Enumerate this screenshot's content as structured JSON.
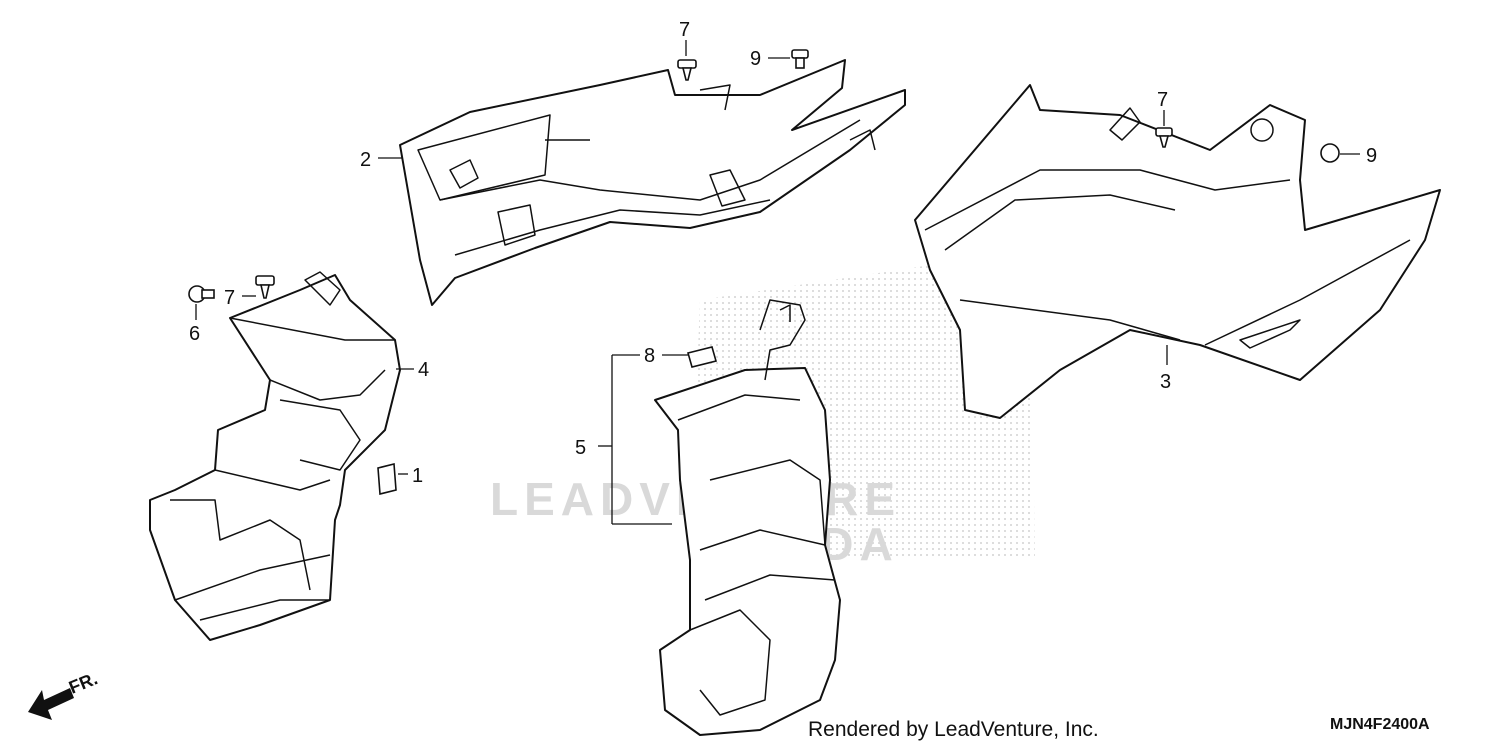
{
  "callouts": {
    "p1": "1",
    "p2": "2",
    "p3": "3",
    "p4": "4",
    "p5": "5",
    "p6": "6",
    "p7a": "7",
    "p7b": "7",
    "p7c": "7",
    "p8": "8",
    "p9a": "9",
    "p9b": "9"
  },
  "front_indicator": "FR.",
  "watermark": {
    "line1": "LEADVENTURE",
    "line2": "HONDA"
  },
  "footer": {
    "credit": "Rendered by LeadVenture, Inc.",
    "diagram_code": "MJN4F2400A"
  }
}
